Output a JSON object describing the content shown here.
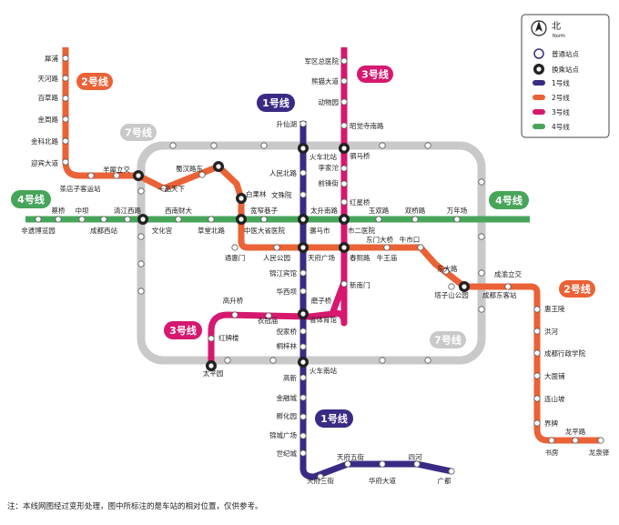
{
  "colors": {
    "line1": "#3b2a84",
    "line2": "#ea6235",
    "line3": "#d6186f",
    "line4": "#47a55a",
    "line7": "#c9c9c9"
  },
  "legend": {
    "north": "北",
    "north_en": "North",
    "normal_station": "普通站点",
    "transfer_station": "换乘站点",
    "line1": "1号线",
    "line2": "2号线",
    "line3": "3号线",
    "line4": "4号线"
  },
  "badges": {
    "line2_top": "2号线",
    "line7_top": "7号线",
    "line1_top": "1号线",
    "line3_top": "3号线",
    "line4_left": "4号线",
    "line4_right": "4号线",
    "line2_right": "2号线",
    "line3_left": "3号线",
    "line7_bottom": "7号线",
    "line1_bottom": "1号线"
  },
  "stations": {
    "xipu": "犀浦",
    "tianhelu": "天河路",
    "baicaolu": "百草路",
    "jinzhoulu": "金周路",
    "jinkebeilu": "金科北路",
    "yingbindadao": "迎宾大道",
    "chadianzi": "茶店子客运站",
    "yangxilijiao": "羊犀立交",
    "yipinTianxia": "一品天下",
    "shuhanlu": "蜀汉路东",
    "baiguolin": "白果林",
    "zhongyidaxue": "中医大省医院",
    "tongjimen": "通惠门",
    "renmingongyuan": "人民公园",
    "tianfuguangchang": "天府广场",
    "chunxilu": "春熙路",
    "dongmenqiao": "东门大桥",
    "niushikou": "牛市口",
    "niuwangmiao": "牛王庙",
    "dongdalu": "东大路",
    "tazigongyuan": "塔子山公园",
    "chengdudongkezhan": "成都东客站",
    "chengyulijiao": "成渝立交",
    "huiwangling": "惠王陵",
    "honghe": "洪河",
    "chengduxingzhengxueyuan": "成都行政学院",
    "damiantou": "大面铺",
    "lianshanpo": "连山坡",
    "jiejie": "界牌",
    "shufang": "书房",
    "longpinglu": "龙平路",
    "longquanyi": "龙泉驿",
    "feiyiboyuan": "非遗博览园",
    "caiqiao": "蔡桥",
    "zhongba": "中坝",
    "chengduxizhan": "成都西站",
    "qingjiangxilu": "清江西路",
    "wenhuagong": "文化宫",
    "xinancaida": "西南财大",
    "caotangbeilu": "草堂北路",
    "kuanzhaixiangzi": "宽窄巷子",
    "luomashi": "骡马市",
    "taishengnanlu": "太升南路",
    "shierqiyuan": "市二医院",
    "yushuangqiao": "玉双路",
    "shuangqiaolu": "双桥路",
    "wanniandu": "万年场",
    "shengxianhu": "升仙湖",
    "huochebeizhan": "火车北站",
    "renminbeilu": "人民北路",
    "wenshuyuan": "文殊院",
    "jinjiangbinguan": "锦江宾馆",
    "huaxiba": "华西坝",
    "tiyuchang": "省体育馆",
    "nijiaqiao": "倪家桥",
    "tongzilin": "桐梓林",
    "huochenanzhan": "火车南站",
    "gaoxin": "高新",
    "jinrongcheng": "金融城",
    "shijiyuan": "孵化园",
    "jinchengguangchang": "锦城广场",
    "shijicheng": "世纪城",
    "tianfusanjie": "天府三街",
    "tianfuwujie": "天府五街",
    "huafudadao": "华府大道",
    "sihe": "四河",
    "guangdu": "广都",
    "junqudongjiaoyuan": "军区总医院",
    "xiongmaodadao": "熊猫大道",
    "dongwuyuan": "动物园",
    "zhaojuesinanlu": "昭觉寺南路",
    "simaqiao": "驷马桥",
    "lijiatuo": "李家沱",
    "qianfengjie": "前锋街",
    "hongxingqiao": "红星桥",
    "xinnanmen": "新南门",
    "moziqiao": "磨子桥",
    "yikeshu": "衣冠庙",
    "gaoshengqiao": "高升桥",
    "hongpailou": "红牌楼",
    "taipingyuan": "太平园"
  },
  "note": "注：本线网图经过变形处理，图中所标注的是车站的相对位置，仅供参考。"
}
